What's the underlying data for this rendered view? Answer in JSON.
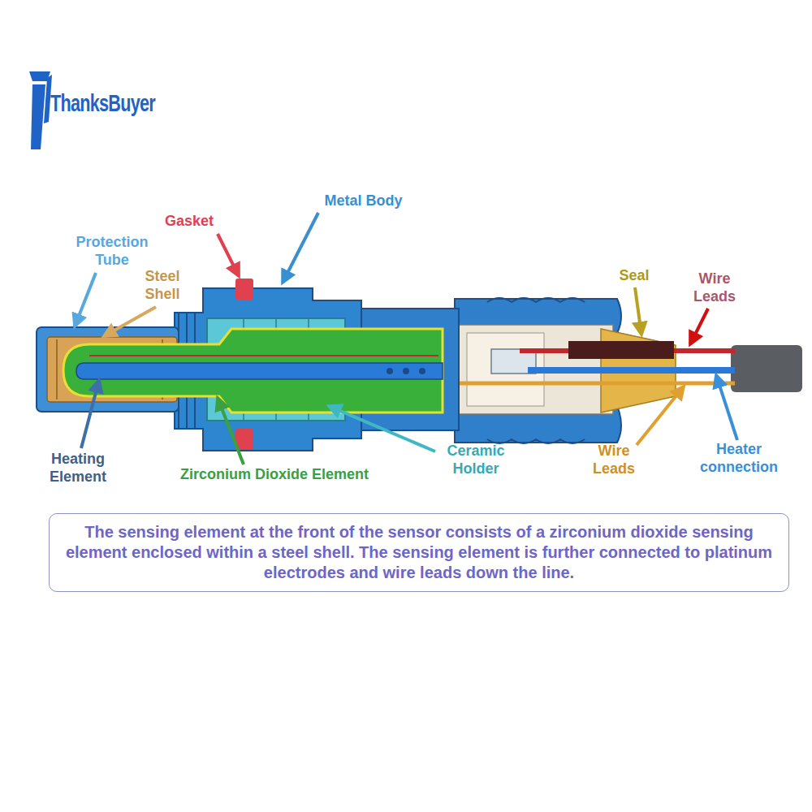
{
  "diagram": {
    "caption": "The sensing element at the front of the sensor consists of a zirconium dioxide sensing element enclosed within a steel shell. The sensing element is further connected to platinum electrodes and wire leads down the line.",
    "labels": [
      "ThanksBuyer",
      "Metal Body",
      "Gasket",
      "Protection Tube",
      "Steel Shell",
      "Seal",
      "Wire Leads",
      "Heating Element",
      "Zirconium Dioxide Element",
      "Ceramic Holder",
      "Wire Leads",
      "Heater connection"
    ]
  }
}
